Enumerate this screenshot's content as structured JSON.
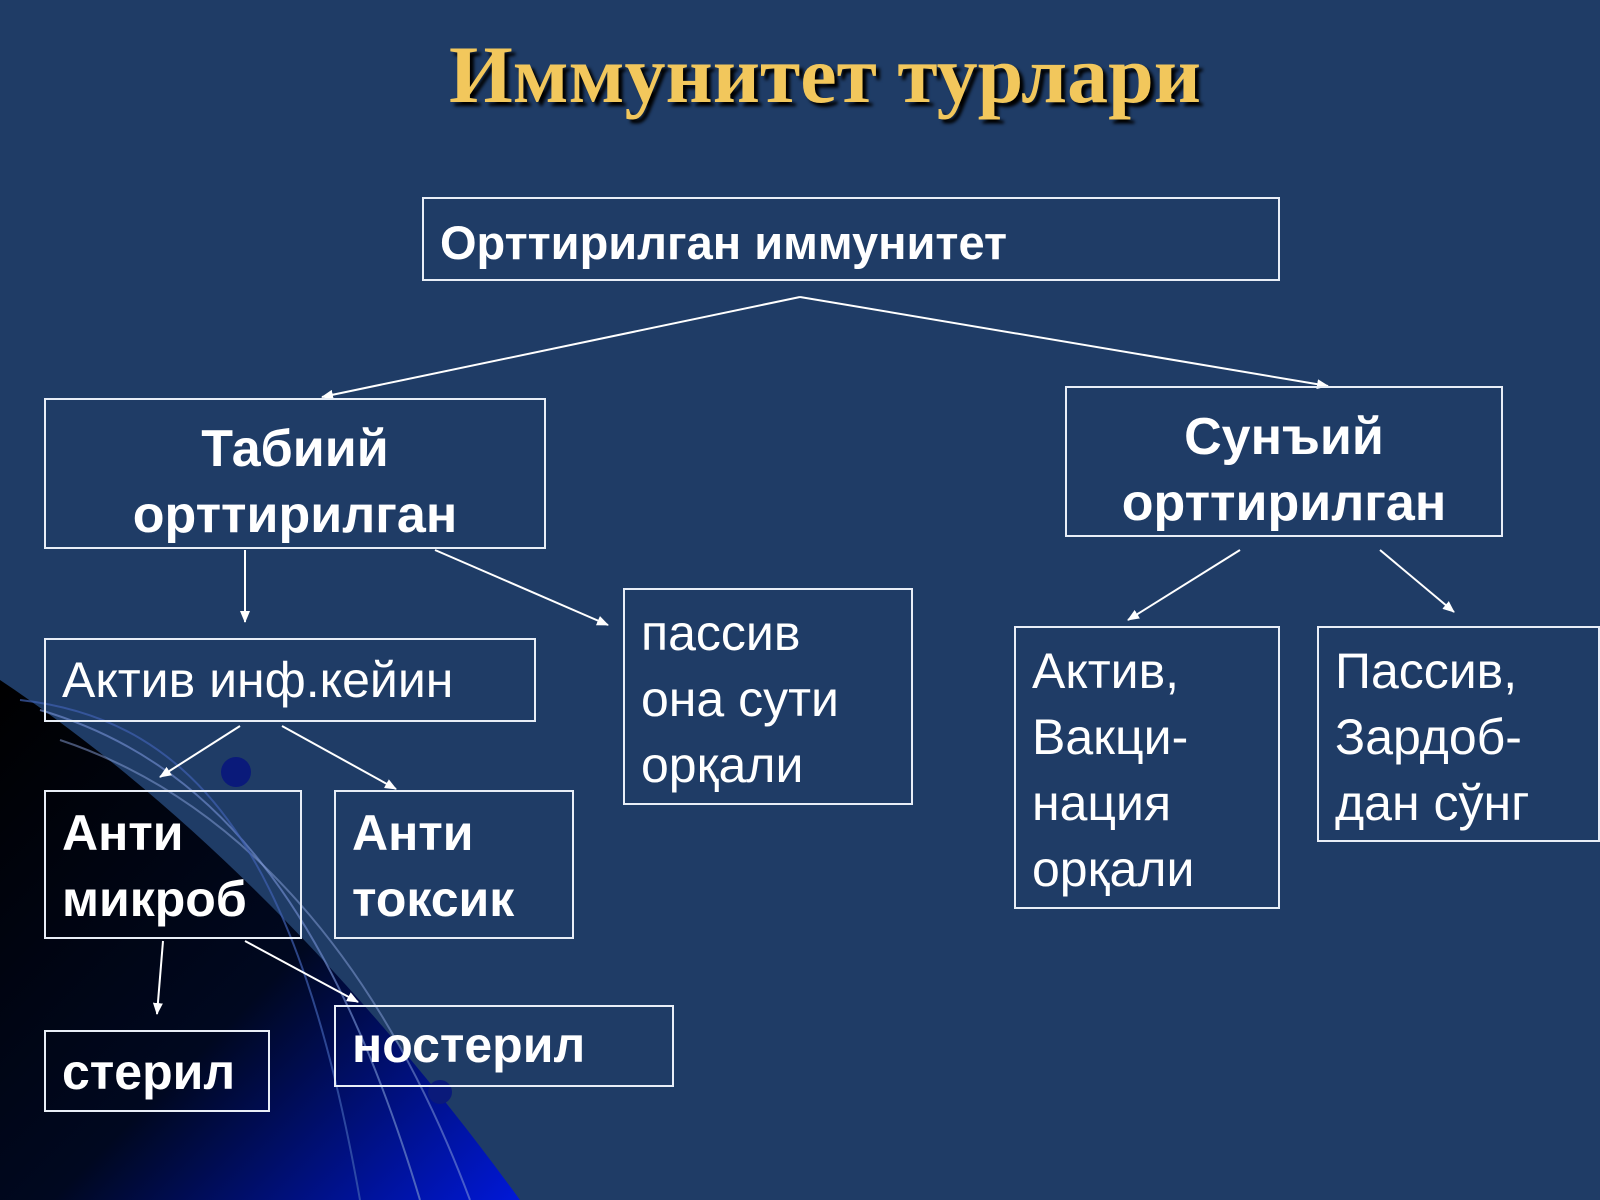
{
  "title": "Иммунитет турлари",
  "colors": {
    "background": "#1f3c66",
    "title": "#f2c75c",
    "text": "#ffffff",
    "lines": "#ffffff"
  },
  "nodes": {
    "acquired": "Орттирилган иммунитет",
    "natural": "Табиий\nорттирилган",
    "artificial": "Сунъий\nорттирилган",
    "active_after_infection": "Актив инф.кейин",
    "passive_milk": "пассив\nона сути\nорқали",
    "active_vaccination": "Актив,\nВакци-\nнация\nорқали",
    "passive_serum": "Пассив,\nЗардоб-\nдан сўнг",
    "antimicrobial": "Анти\nмикроб",
    "antitoxic": "Анти\nтоксик",
    "sterile": "стерил",
    "nonsterile": "ностерил"
  }
}
